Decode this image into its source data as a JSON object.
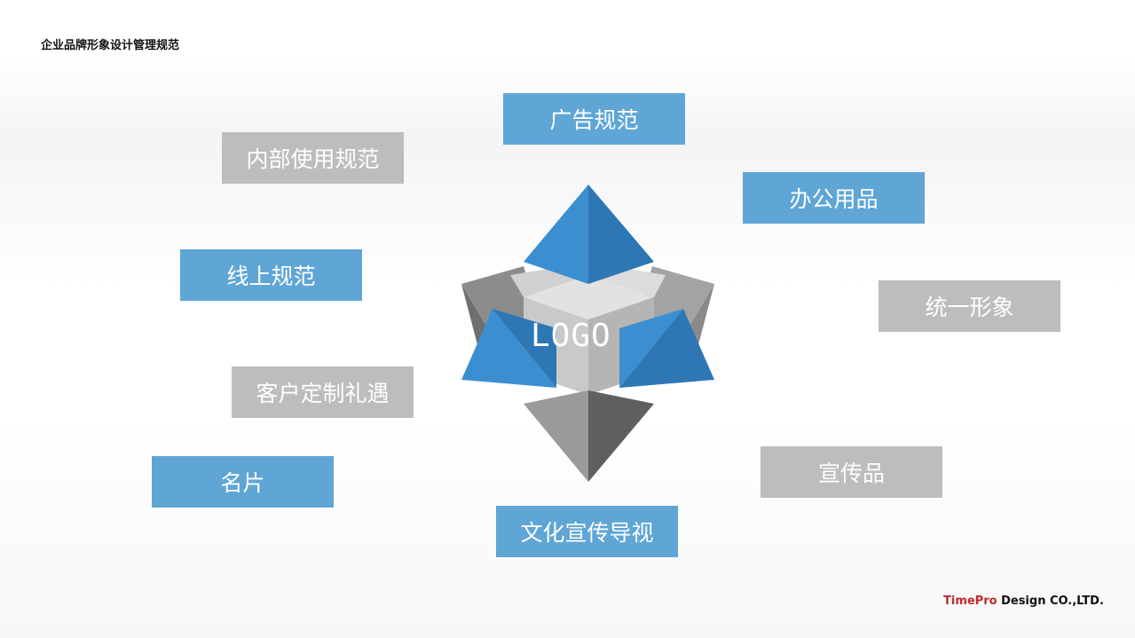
{
  "header": {
    "title": "企业品牌形象设计管理规范"
  },
  "logo": {
    "text": "LOGO"
  },
  "items": [
    {
      "label": "广告规范",
      "style": "blue"
    },
    {
      "label": "内部使用规范",
      "style": "gray"
    },
    {
      "label": "办公用品",
      "style": "blue"
    },
    {
      "label": "线上规范",
      "style": "blue"
    },
    {
      "label": "统一形象",
      "style": "gray"
    },
    {
      "label": "客户定制礼遇",
      "style": "gray"
    },
    {
      "label": "名片",
      "style": "blue"
    },
    {
      "label": "宣传品",
      "style": "gray"
    },
    {
      "label": "文化宣传导视",
      "style": "blue"
    }
  ],
  "footer": {
    "brand": "TimePro",
    "company": " Design CO.,LTD."
  },
  "colors": {
    "blue": "#5fa6d6",
    "gray": "#bdbdbd",
    "brand_red": "#c0282d"
  }
}
